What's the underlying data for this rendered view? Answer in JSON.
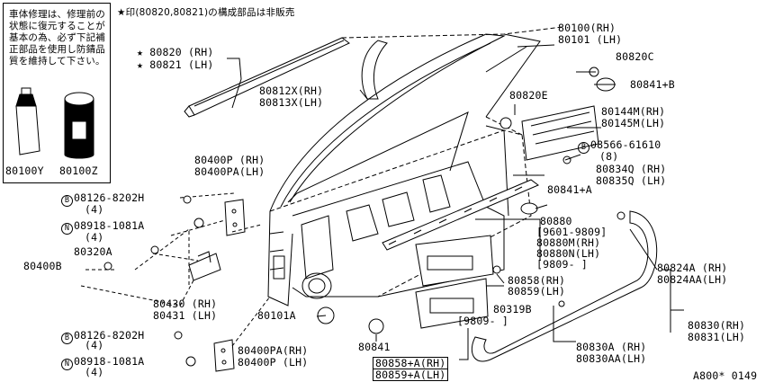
{
  "header_note": "★印(80820,80821)の構成部品は非販売",
  "repair_note": "車体修理は、修理前の状態に復元することが基本の為、必ず下記補正部品を使用し防錆品質を維持して下さい。",
  "tube_label": "80100Y",
  "can_label": "80100Z",
  "footer_code": "A800* 0149",
  "callouts": {
    "c80820": "★ 80820 (RH)",
    "c80821": "★ 80821 (LH)",
    "c80812": "80812X(RH)",
    "c80813": "80813X(LH)",
    "c80100": "80100(RH)",
    "c80101": "80101 (LH)",
    "c80820c": "80820C",
    "c80841b": "80841+B",
    "c80820e": "80820E",
    "c80144": "80144M(RH)",
    "c80145": "80145M(LH)",
    "c08566_mark": "B",
    "c08566": "08566-61610",
    "c08566_qty": "(8)",
    "c80834": "80834Q (RH)",
    "c80835": "80835Q (LH)",
    "c80841a": "80841+A",
    "c80880": "80880",
    "c9601": "[9601-9809]",
    "c80880m": "80880M(RH)",
    "c80880n": "80880N(LH)",
    "c9809a": "[9809-     ]",
    "c80400p": "80400P (RH)",
    "c80400pa": "80400PA(LH)",
    "c08126a_mark": "B",
    "c08126a": "08126-8202H",
    "c08126a_qty": "(4)",
    "c08918a_mark": "N",
    "c08918a": "08918-1081A",
    "c08918a_qty": "(4)",
    "c80320a": "80320A",
    "c80400b": "80400B",
    "c80430": "80430 (RH)",
    "c80431": "80431 (LH)",
    "c80101a": "80101A",
    "c08126b_mark": "B",
    "c08126b": "08126-8202H",
    "c08126b_qty": "(4)",
    "c08918b_mark": "N",
    "c08918b": "08918-1081A",
    "c08918b_qty": "(4)",
    "c80400pa2": "80400PA(RH)",
    "c80400p2": "80400P (LH)",
    "c80841": "80841",
    "c80858": "80858(RH)",
    "c80859": "80859(LH)",
    "c80319b": "80319B",
    "c9809b": "[9809-     ]",
    "c80858a": "80858+A(RH)",
    "c80859a": "80859+A(LH)",
    "c80824a": "80824A (RH)",
    "c80824aa": "80824AA(LH)",
    "c80830": "80830(RH)",
    "c80831": "80831(LH)",
    "c80830a": "80830A (RH)",
    "c80830aa": "80830AA(LH)"
  }
}
